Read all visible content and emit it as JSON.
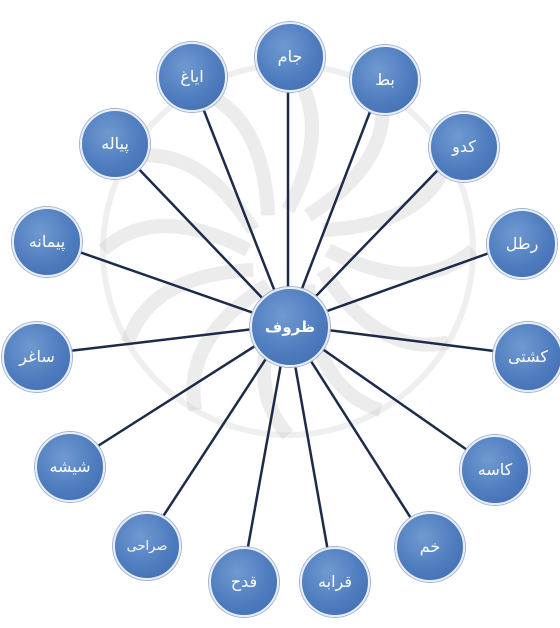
{
  "diagram": {
    "center": {
      "label": "ظروف"
    },
    "nodes": [
      {
        "id": "jam",
        "label": "جام"
      },
      {
        "id": "bat",
        "label": "بط"
      },
      {
        "id": "kadu",
        "label": "کدو"
      },
      {
        "id": "ratl",
        "label": "رطل"
      },
      {
        "id": "kashti",
        "label": "کشتی"
      },
      {
        "id": "kaseh",
        "label": "کاسه"
      },
      {
        "id": "khom",
        "label": "خم"
      },
      {
        "id": "qarabeh",
        "label": "قرابه"
      },
      {
        "id": "qadah",
        "label": "قدح"
      },
      {
        "id": "sorahi",
        "label": "صراحی"
      },
      {
        "id": "shisheh",
        "label": "شیشه"
      },
      {
        "id": "saghar",
        "label": "ساغر"
      },
      {
        "id": "peymaneh",
        "label": "پیمانه"
      },
      {
        "id": "piyaleh",
        "label": "پیاله"
      },
      {
        "id": "ayagh",
        "label": "ایاغ"
      }
    ]
  },
  "colors": {
    "node_fill": "#4f7cbf",
    "node_border": "#e8eef7",
    "edge": "#1c2b4a",
    "watermark": "#c9c9c9"
  }
}
